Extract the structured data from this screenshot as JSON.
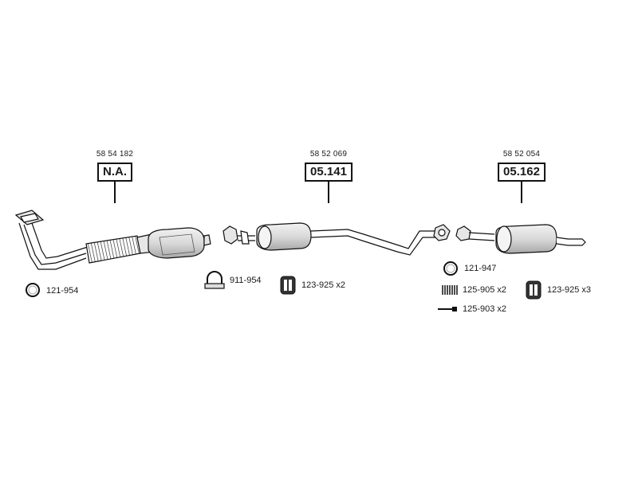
{
  "sections": [
    {
      "oem": "58 54 182",
      "ref": "N.A."
    },
    {
      "oem": "58 52 069",
      "ref": "05.141"
    },
    {
      "oem": "58 52 054",
      "ref": "05.162"
    }
  ],
  "parts": [
    {
      "code": "121-954",
      "icon": "ring-gasket-icon"
    },
    {
      "code": "911-954",
      "icon": "u-clamp-icon"
    },
    {
      "code": "123-925 x2",
      "icon": "rubber-hanger-icon"
    },
    {
      "code": "121-947",
      "icon": "ring-gasket-icon"
    },
    {
      "code": "125-905 x2",
      "icon": "spring-icon"
    },
    {
      "code": "123-925 x3",
      "icon": "rubber-hanger-icon"
    },
    {
      "code": "125-903 x2",
      "icon": "bolt-icon"
    }
  ],
  "colors": {
    "line": "#111111",
    "fill_light": "#e6e6e6",
    "fill_mid": "#bdbdbd"
  }
}
